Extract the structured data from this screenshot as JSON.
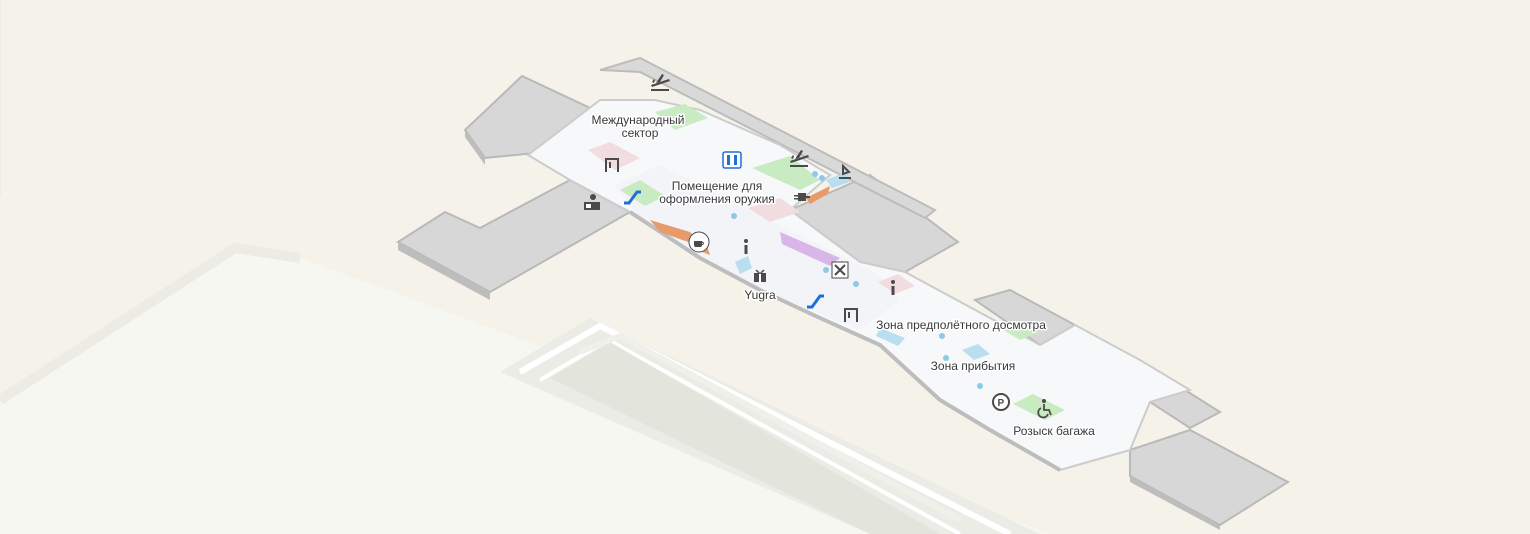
{
  "map": {
    "labels": {
      "international_sector_line1": "Международный",
      "international_sector_line2": "сектор",
      "weapons_room_line1": "Помещение для",
      "weapons_room_line2": "оформления оружия",
      "yugra": "Yugra",
      "security_zone": "Зона предполётного досмотра",
      "arrival_zone": "Зона прибытия",
      "baggage_search": "Розыск багажа"
    },
    "icons": [
      "departures-plane-icon",
      "departures-plane-icon",
      "gate-icon",
      "gate-icon",
      "elevator-icon",
      "check-in-icon",
      "escalator-icon",
      "escalator-icon",
      "cafe-icon",
      "info-icon",
      "info-icon",
      "gift-shop-icon",
      "restroom-icon",
      "charging-icon",
      "parking-icon",
      "wheelchair-icon",
      "passport-control-icon"
    ],
    "colors": {
      "background": "#f5f3e9",
      "building_wall": "#c9c9c9",
      "building_roof": "#d6d6d6",
      "hall_floor": "#f7f8fa",
      "green_zone": "#c9ebc1",
      "pink_zone": "#f1dcdf",
      "orange_zone": "#e79a6a",
      "purple_zone": "#d8b6e8",
      "light_blue": "#b9def0",
      "runway": "#e9e9e2"
    }
  }
}
